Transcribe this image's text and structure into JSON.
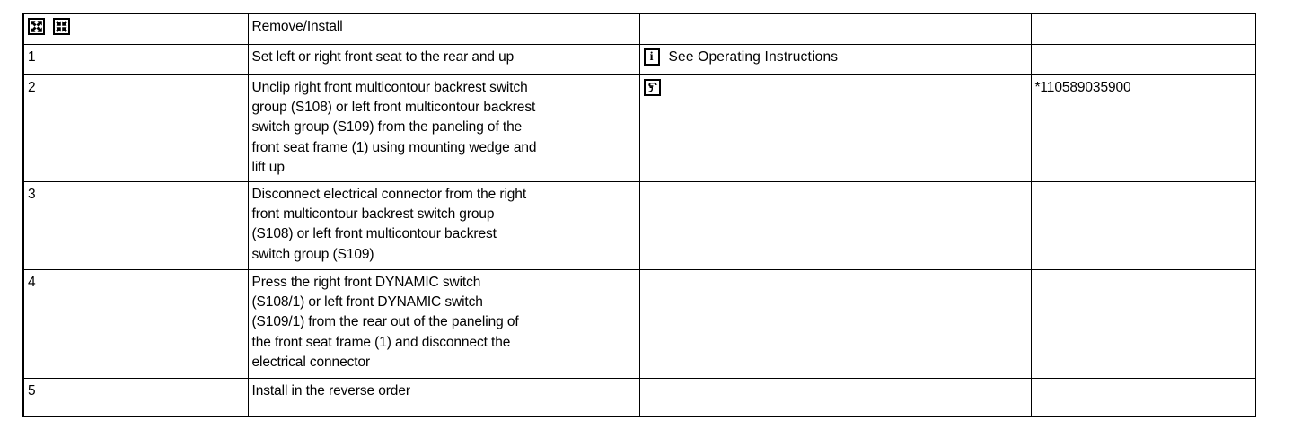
{
  "table": {
    "columns": [
      "step",
      "description",
      "note",
      "part_number"
    ],
    "header": {
      "icons": [
        "expand-arrows-icon",
        "collapse-arrows-icon"
      ],
      "description": "Remove/Install",
      "note": "",
      "part_number": ""
    },
    "rows": [
      {
        "step": "1",
        "description": "Set left or right front seat to the rear and up",
        "note_icon": "info-icon",
        "note_icon_label": "i",
        "note": "See Operating Instructions",
        "part_number": ""
      },
      {
        "step": "2",
        "description": "Unclip right front multicontour backrest switch\ngroup (S108) or left front multicontour backrest\nswitch group (S109) from the paneling of the\nfront seat frame (1) using mounting wedge and\nlift up",
        "note_icon": "mounting-wedge-tool-icon",
        "note": "",
        "part_number": "*110589035900"
      },
      {
        "step": "3",
        "description": "Disconnect electrical connector from the right\nfront multicontour backrest switch group\n(S108) or left front multicontour backrest\nswitch group (S109)",
        "note": "",
        "part_number": ""
      },
      {
        "step": "4",
        "description": "Press the right front DYNAMIC switch\n(S108/1) or left front DYNAMIC switch\n(S109/1) from the rear out of the paneling of\nthe front seat frame (1) and disconnect the\nelectrical connector",
        "note": "",
        "part_number": ""
      },
      {
        "step": "5",
        "description": "Install in the reverse order",
        "note": "",
        "part_number": ""
      }
    ]
  },
  "colors": {
    "border": "#000000",
    "text": "#000000",
    "background": "#ffffff"
  }
}
